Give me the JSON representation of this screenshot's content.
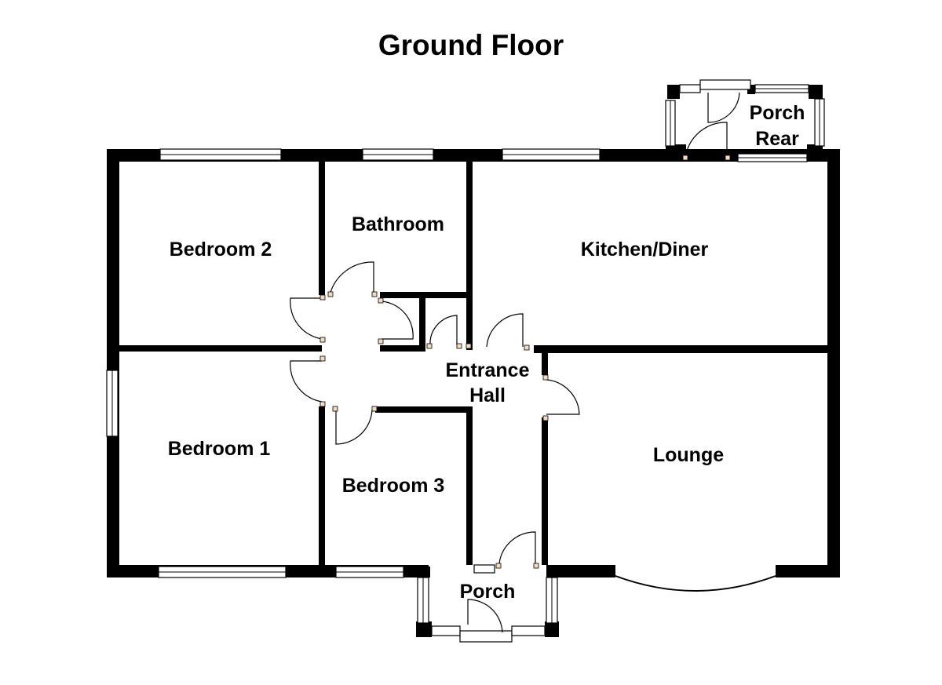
{
  "title": "Ground Floor",
  "rooms": {
    "bedroom2": "Bedroom 2",
    "bathroom": "Bathroom",
    "kitchen": "Kitchen/Diner",
    "porch_rear_line1": "Porch",
    "porch_rear_line2": "Rear",
    "entrance_line1": "Entrance",
    "entrance_line2": "Hall",
    "bedroom1": "Bedroom 1",
    "bedroom3": "Bedroom 3",
    "lounge": "Lounge",
    "porch": "Porch"
  },
  "colors": {
    "wall": "#000000",
    "background": "#ffffff",
    "hinge": "#f2dcc0"
  }
}
